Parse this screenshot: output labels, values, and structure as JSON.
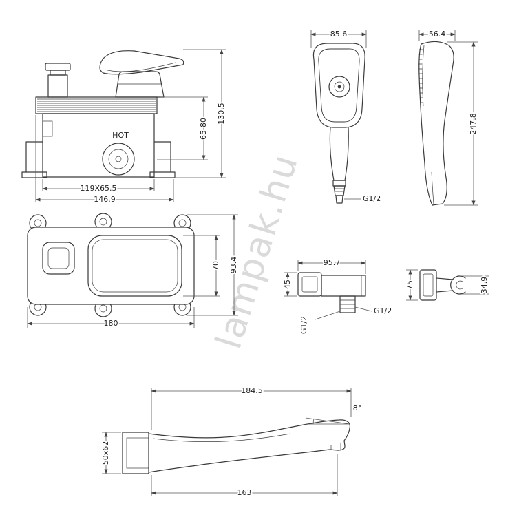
{
  "watermark": "lampak.hu",
  "mixer_front": {
    "hot_label": "HOT",
    "dim_total_height": "130.5",
    "dim_depth_range": "65-80",
    "dim_body": "119X65.5",
    "dim_plate_width": "146.9"
  },
  "hand_shower_front": {
    "dim_width": "85.6",
    "thread": "G1/2"
  },
  "hand_shower_side": {
    "dim_depth": "56.4",
    "dim_height": "247.8"
  },
  "rough_in_box": {
    "dim_inner_height": "70",
    "dim_height": "93.4",
    "dim_width": "180"
  },
  "wall_elbow": {
    "dim_width": "95.7",
    "dim_height": "45",
    "thread_left": "G1/2",
    "thread_right": "G1/2"
  },
  "shower_holder": {
    "dim_height": "75",
    "dim_depth": "34.9"
  },
  "spout": {
    "dim_length": "184.5",
    "angle": "8°",
    "dim_section": "50x62",
    "dim_length_lower": "163"
  }
}
